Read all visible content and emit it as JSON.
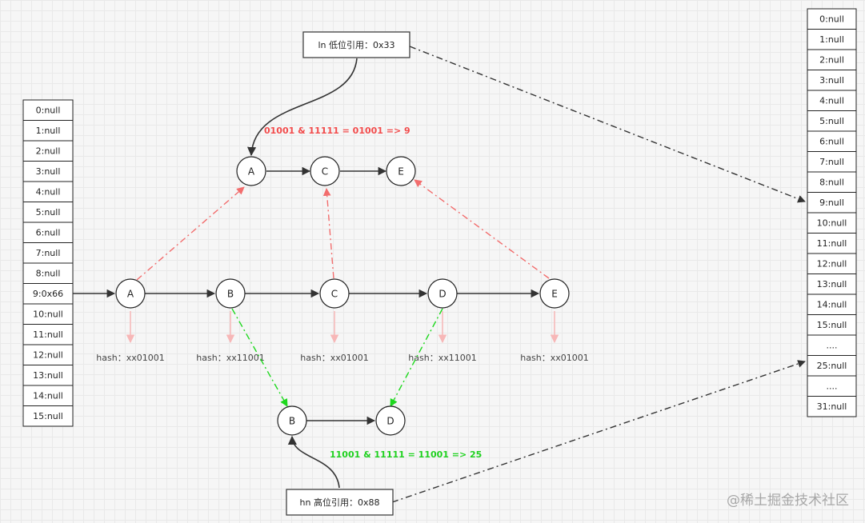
{
  "colors": {
    "black": "#333333",
    "red": "#f26d6d",
    "green": "#1ed81e",
    "pink": "#f7b7b7",
    "formula_red": "#f24c4c",
    "formula_green": "#1fd11f"
  },
  "left_table": {
    "cells": [
      "0:null",
      "1:null",
      "2:null",
      "3:null",
      "4:null",
      "5:null",
      "6:null",
      "7:null",
      "8:null",
      "9:0x66",
      "10:null",
      "11:null",
      "12:null",
      "13:null",
      "14:null",
      "15:null"
    ]
  },
  "right_table": {
    "cells": [
      "0:null",
      "1:null",
      "2:null",
      "3:null",
      "4:null",
      "5:null",
      "6:null",
      "7:null",
      "8:null",
      "9:null",
      "10:null",
      "11:null",
      "12:null",
      "13:null",
      "14:null",
      "15:null",
      "....",
      "25:null",
      "....",
      "31:null"
    ]
  },
  "middle_row": {
    "nodes": [
      "A",
      "B",
      "C",
      "D",
      "E"
    ],
    "hashes": [
      "hash：xx01001",
      "hash：xx11001",
      "hash：xx01001",
      "hash：xx11001",
      "hash：xx01001"
    ]
  },
  "low_list": {
    "box_label": "ln 低位引用：0x33",
    "formula": "01001 & 11111 = 01001 => 9",
    "nodes": [
      "A",
      "C",
      "E"
    ]
  },
  "high_list": {
    "box_label": "hn 高位引用：0x88",
    "formula": "11001 & 11111 = 11001 => 25",
    "nodes": [
      "B",
      "D"
    ]
  },
  "watermark": "@稀土掘金技术社区"
}
